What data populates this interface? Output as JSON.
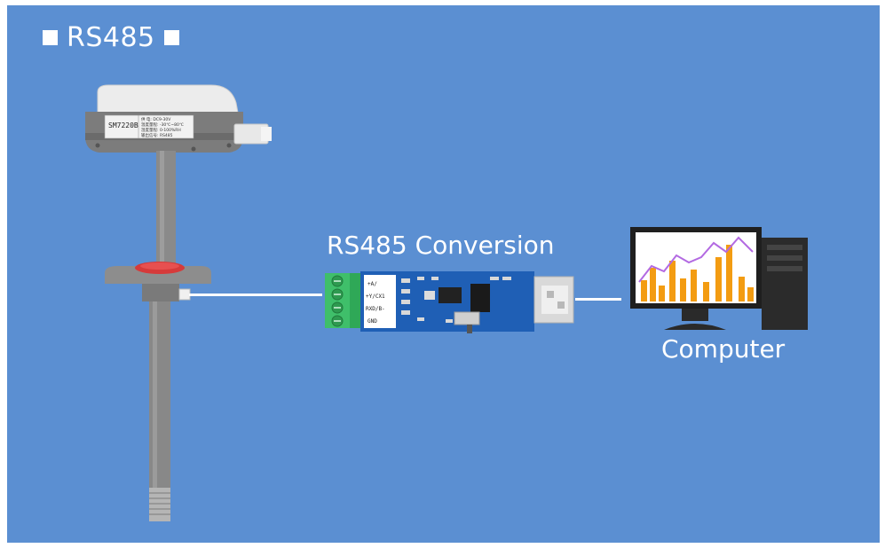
{
  "header": {
    "title": "RS485"
  },
  "converter": {
    "label": "RS485 Conversion",
    "terminals": [
      "+A/",
      "+Y/CX1",
      "RXD/B-",
      "GND"
    ]
  },
  "computer": {
    "label": "Computer"
  },
  "sensor": {
    "model": "SM7220B",
    "spec_lines": [
      "供 电: DC9-30V",
      "温度量程: -30℃~80℃",
      "湿度量程: 0-100%RH",
      "输出信号: RS485"
    ]
  },
  "colors": {
    "background": "#5b8fd2",
    "terminal_block": "#3fbf6a",
    "pcb": "#1f5fb5",
    "chart_bar": "#f39c12",
    "chart_line": "#b36ae2"
  }
}
